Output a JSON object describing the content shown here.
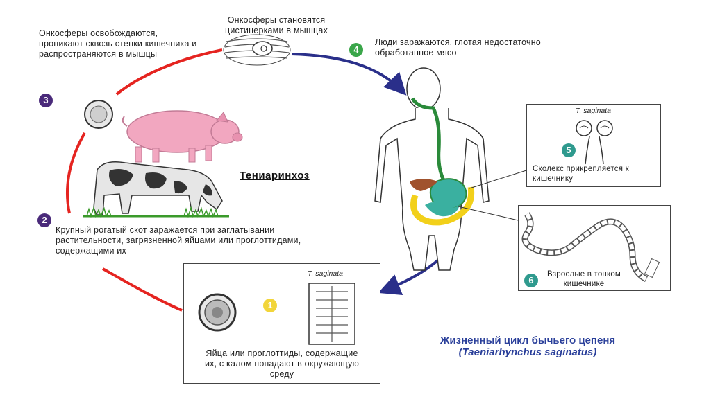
{
  "title": "Тениаринхоз",
  "cycle_title": {
    "line1": "Жизненный цикл бычьего цепеня",
    "line2": "(Taeniarhynchus saginatus)"
  },
  "species_label": "T. saginata",
  "steps": [
    {
      "num": "1",
      "label": "Яйца или проглоттиды, содержащие их, с калом попадают в окружающую среду",
      "color": "#f2d53a"
    },
    {
      "num": "2",
      "label": "Крупный рогатый скот заражается при заглатывании растительности, загрязненной яйцами или проглоттидами, содержащими их",
      "color": "#4a2a7a"
    },
    {
      "num": "3",
      "label": "Онкосферы освобождаются, проникают сквозь стенки кишечника и распространяются в мышцы",
      "color": "#4a2a7a"
    },
    {
      "num": "4",
      "label": "Люди заражаются, глотая недостаточно обработанное мясо",
      "color": "#3aa64a"
    },
    {
      "num": "5",
      "label": "Сколекс прикрепляется к кишечнику",
      "color": "#2f9a8e"
    },
    {
      "num": "6",
      "label": "Взрослые в тонком кишечнике",
      "color": "#2f9a8e"
    }
  ],
  "cysticerci_label": "Онкосферы становятся цистицерками в мышцах",
  "colors": {
    "red_arrow": "#e52420",
    "blue_arrow": "#2a2f8a",
    "cycle_title": "#2a3f9a"
  }
}
